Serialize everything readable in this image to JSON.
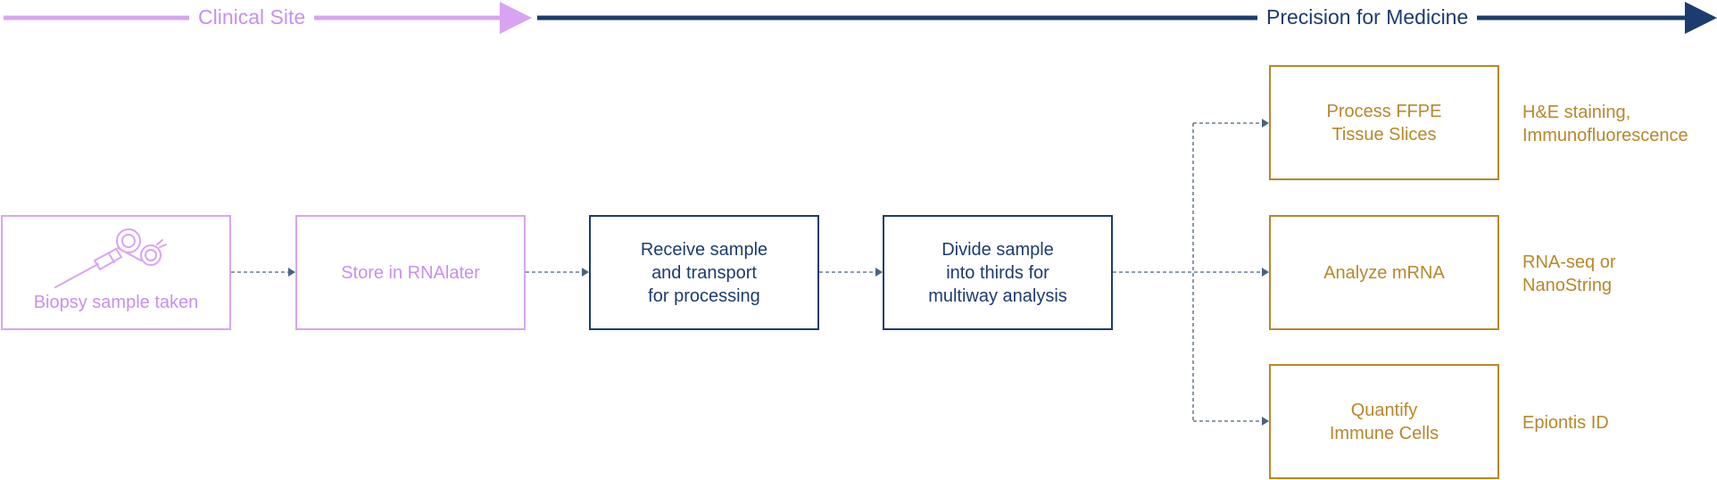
{
  "header": {
    "clinical_site": "Clinical Site",
    "precision_for_medicine": "Precision for Medicine"
  },
  "steps": {
    "biopsy": "Biopsy sample taken",
    "rnalater": "Store in RNAlater",
    "receive": "Receive sample\nand transport\nfor processing",
    "divide": "Divide sample\ninto thirds for\nmultiway analysis"
  },
  "analyses": {
    "ffpe": {
      "label": "Process FFPE\nTissue Slices",
      "method": "H&E staining,\nImmunofluorescence"
    },
    "mrna": {
      "label": "Analyze mRNA",
      "method": "RNA-seq or\nNanoString"
    },
    "immune": {
      "label": "Quantify\nImmune Cells",
      "method": "Epiontis ID"
    }
  },
  "icons": {
    "biopsy": "biopsy-needle-icon"
  },
  "colors": {
    "clinical": "#d8a4f2",
    "clinical_text": "#c890ef",
    "pfm": "#1c3c6e",
    "assay": "#b8872a",
    "connector": "#4a6280"
  }
}
